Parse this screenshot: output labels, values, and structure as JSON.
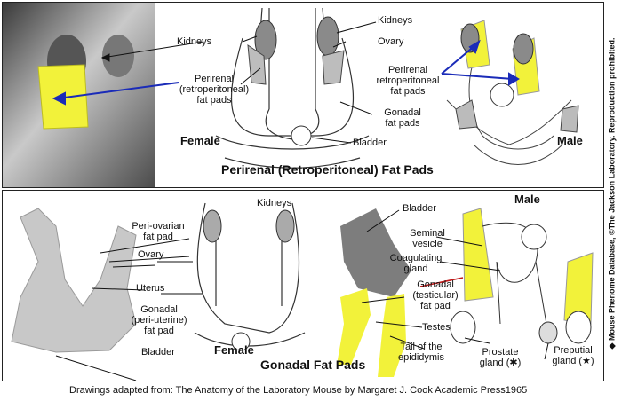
{
  "top": {
    "labels": {
      "kidneys_left": "Kidneys",
      "perirenal_left": [
        "Perirenal",
        "(retroperitoneal)",
        "fat pads"
      ],
      "female": "Female",
      "kidneys_right": "Kidneys",
      "ovary": "Ovary",
      "perirenal_right": [
        "Perirenal",
        "retroperitoneal",
        "fat pads"
      ],
      "gonadal_fat_pads": [
        "Gonadal",
        "fat pads"
      ],
      "bladder": "Bladder",
      "male": "Male",
      "title": "Perirenal (Retroperitoneal) Fat Pads"
    }
  },
  "bottom": {
    "labels": {
      "kidneys": "Kidneys",
      "periovarian": [
        "Peri-ovarian",
        "fat pad"
      ],
      "ovary": "Ovary",
      "uterus": "Uterus",
      "gonadal_uterine": [
        "Gonadal",
        "(peri-uterine)",
        "fat pad"
      ],
      "bladder": "Bladder",
      "female": "Female",
      "title": "Gonadal Fat Pads",
      "bladder_male": "Bladder",
      "seminal_vesicle": [
        "Seminal",
        "vesicle"
      ],
      "coagulating_gland": [
        "Coagulating",
        "gland"
      ],
      "gonadal_testicular": [
        "Gonadal",
        "(testicular)",
        "fat pad"
      ],
      "testes": "Testes",
      "tail_epididymis": [
        "Tail of the",
        "epididymis"
      ],
      "prostate": [
        "Prostate",
        "gland (✱)"
      ],
      "preputial": [
        "Preputial",
        "gland (★)"
      ],
      "male": "Male"
    }
  },
  "credit": "Drawings adapted from: The Anatomy of the Laboratory Mouse  by Margaret J. Cook     Academic Press1965",
  "sidebar": "◆ Mouse Phenome Database, ©The Jackson Laboratory. Reproduction prohibited.",
  "colors": {
    "fat_pad": "#f2f23a",
    "arrow": "#1a2bb8",
    "border": "#222222"
  }
}
